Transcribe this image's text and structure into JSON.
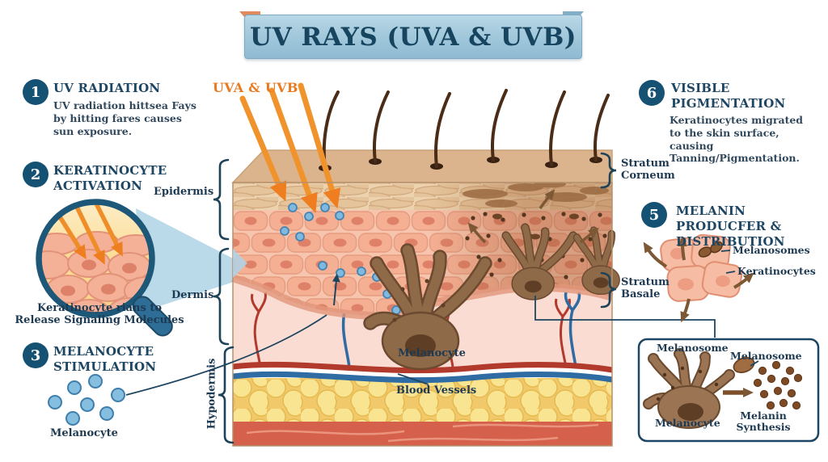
{
  "title": "UV RAYS (UVA & UVB)",
  "colors": {
    "accent_blue": "#1b4965",
    "accent_orange": "#e87b22",
    "banner_blue": "#a3c9dc",
    "melanocyte_brown": "#8f6a49",
    "signal_dot_blue": "#7fbade"
  },
  "left": {
    "s1": {
      "num": "1",
      "heading": "UV RADIATION",
      "body": "UV radiation hittsea Fays by hitting fares causes sun exposure."
    },
    "s2": {
      "num": "2",
      "heading": "KERATINOCYTE ACTIVATION",
      "caption": "Keratinocyte rians to Release Signaling Molecules"
    },
    "s3": {
      "num": "3",
      "heading": "MELANOCYTE STIMULATION",
      "dot_label": "Melanocyte"
    }
  },
  "right": {
    "s6": {
      "num": "6",
      "heading": "VISIBLE PIGMENTATION",
      "body": "Keratinocytes migrated to the skin surface, causing Tanning/Pigmentation."
    },
    "s5": {
      "num": "5",
      "heading": "MELANIN PRODUCFER & DISTRIBUTION",
      "melanosomes": "Melanosomes",
      "keratinocytes": "Keratinocytes"
    }
  },
  "diagram": {
    "uv_rays": "UVA & UVB",
    "epidermis": "Epidermis",
    "dermis": "Dermis",
    "hypodermis": "Hypodermis",
    "stratum_corneum": "Stratum Corneum",
    "stratum_basale": "Stratum Basale",
    "melanocyte": "Melanocyte",
    "blood_vessels": "Blood Vessels"
  },
  "synthesis_box": {
    "melanosome_top": "Melanosome",
    "melanosome_right": "Melanosome",
    "melanocyte": "Melanocyte",
    "melanin_synthesis": "Melanin Synthesis"
  }
}
